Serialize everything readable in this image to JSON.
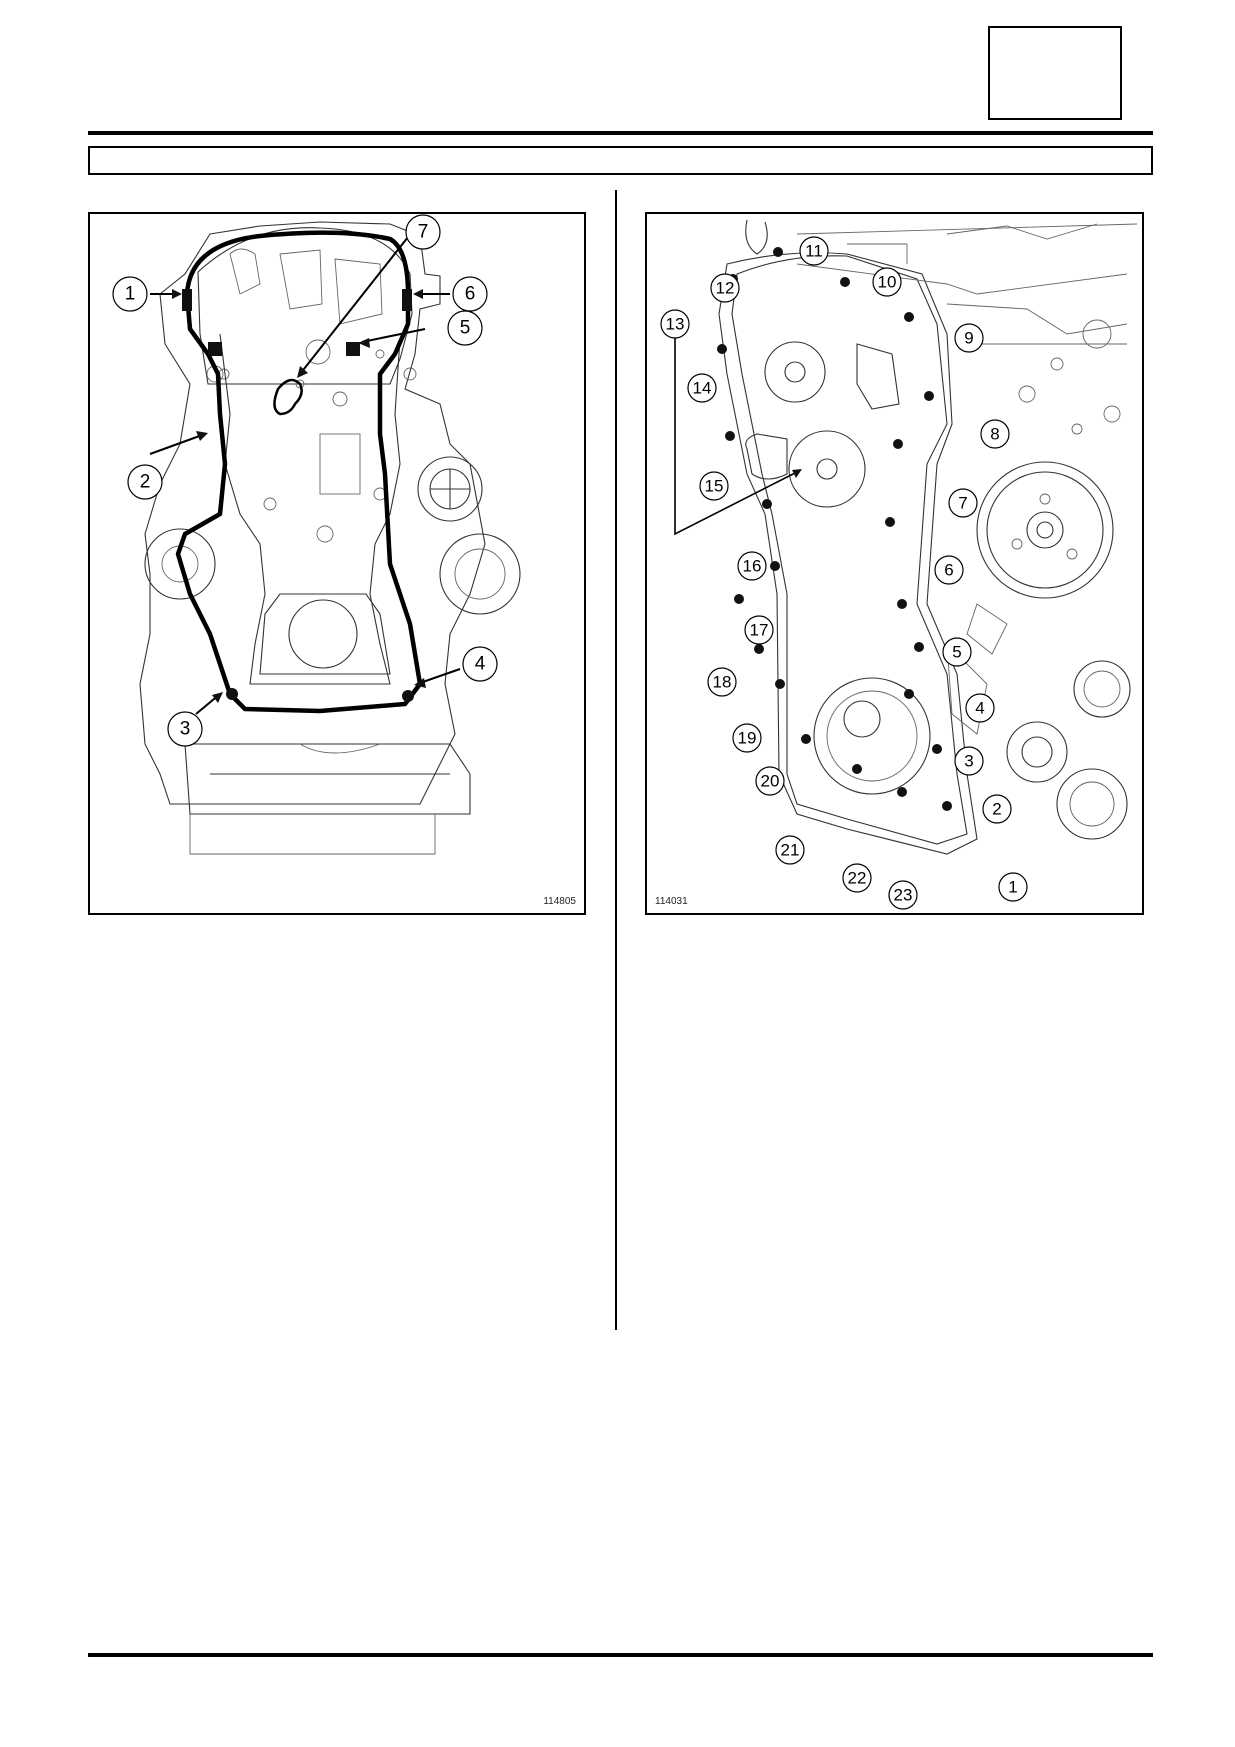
{
  "header": {
    "page_box_label": "",
    "section_title": ""
  },
  "figures": [
    {
      "code": "114805",
      "callouts": [
        "1",
        "2",
        "3",
        "4",
        "5",
        "6",
        "7"
      ]
    },
    {
      "code": "114031",
      "callouts": [
        "1",
        "2",
        "3",
        "4",
        "5",
        "6",
        "7",
        "8",
        "9",
        "10",
        "11",
        "12",
        "13",
        "14",
        "15",
        "16",
        "17",
        "18",
        "19",
        "20",
        "21",
        "22",
        "23"
      ]
    }
  ]
}
